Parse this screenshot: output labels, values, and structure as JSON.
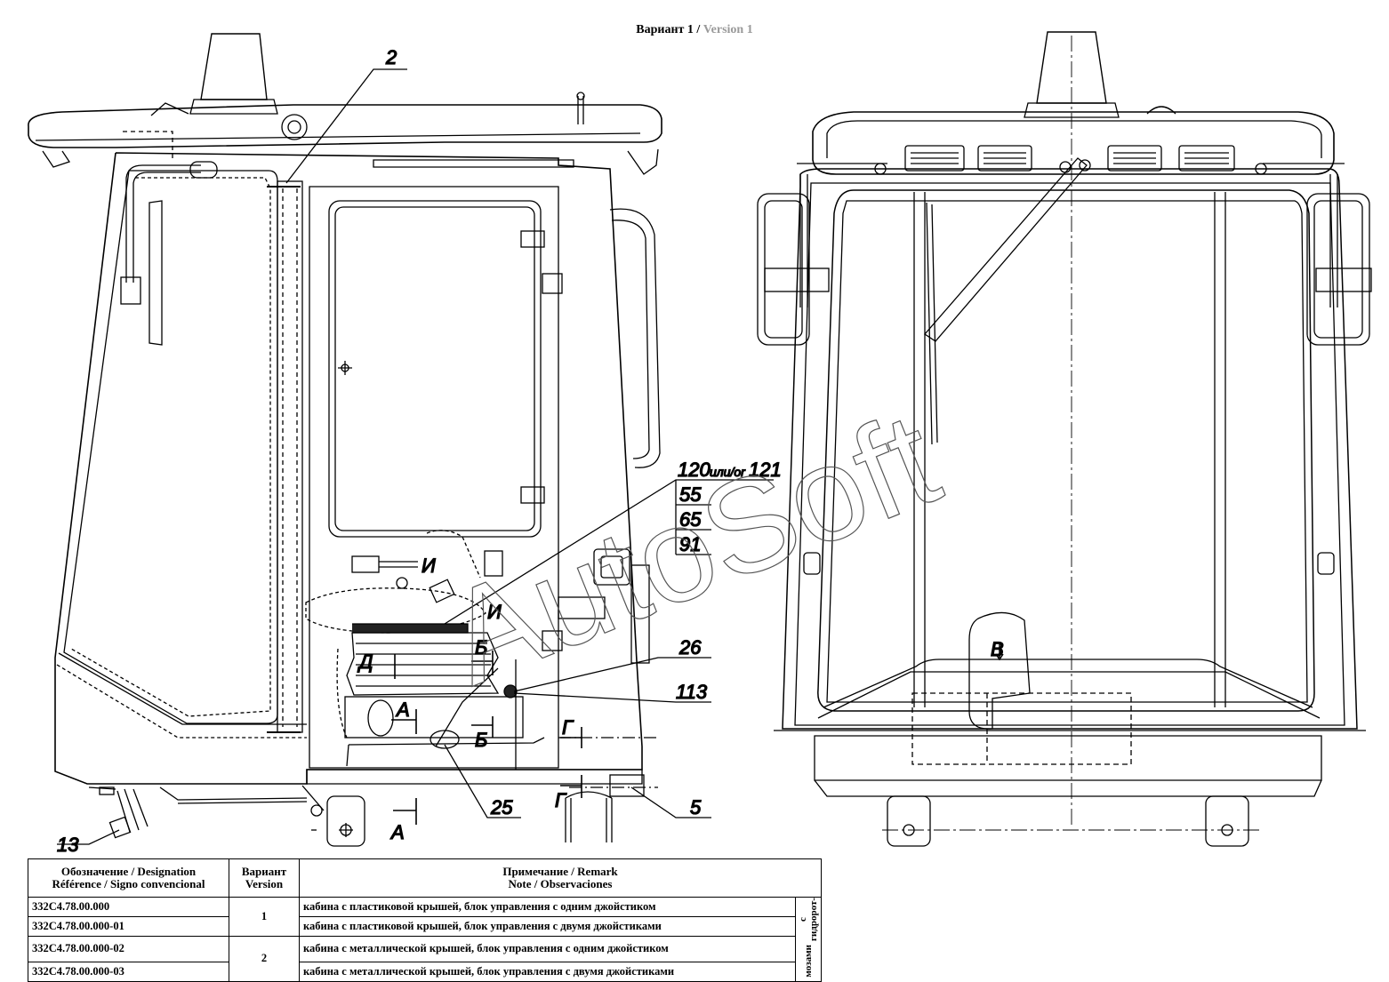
{
  "title": {
    "prefix": "Вариант 1 /",
    "suffix": "Version 1"
  },
  "callouts": {
    "c2": "2",
    "c120": "120",
    "c120_or": "или/or",
    "c121": "121",
    "c55": "55",
    "c65": "65",
    "c91": "91",
    "c26": "26",
    "c113": "113",
    "c25": "25",
    "c5": "5",
    "c13": "13"
  },
  "section_marks": {
    "A1": "А",
    "A2": "А",
    "B1": "Б",
    "B2": "Б",
    "G1": "Г",
    "G2": "Г",
    "D": "Д",
    "I1": "И",
    "I2": "И",
    "V": "В"
  },
  "watermark": "AutoSoft",
  "table": {
    "headers": {
      "designation_l1": "Обозначение / Designation",
      "designation_l2": "Référence / Signo convencional",
      "version_l1": "Вариант",
      "version_l2": "Version",
      "remark_l1": "Примечание / Remark",
      "remark_l2": "Note / Observaciones"
    },
    "rows": [
      {
        "ref": "332С4.78.00.000",
        "remark": "кабина с пластиковой крышей, блок управления с одним джойстиком"
      },
      {
        "ref": "332С4.78.00.000-01",
        "remark": "кабина с пластиковой крышей, блок управления с двумя джойстиками"
      },
      {
        "ref": "332С4.78.00.000-02",
        "remark": "кабина с металлической крышей, блок управления с одним джойстиком"
      },
      {
        "ref": "332С4.78.00.000-03",
        "remark": "кабина с металлической крышей, блок управления с двумя джойстиками"
      }
    ],
    "versions": [
      "1",
      "2"
    ],
    "side_note_l1": "с гидророт-",
    "side_note_l2": "мозами"
  }
}
